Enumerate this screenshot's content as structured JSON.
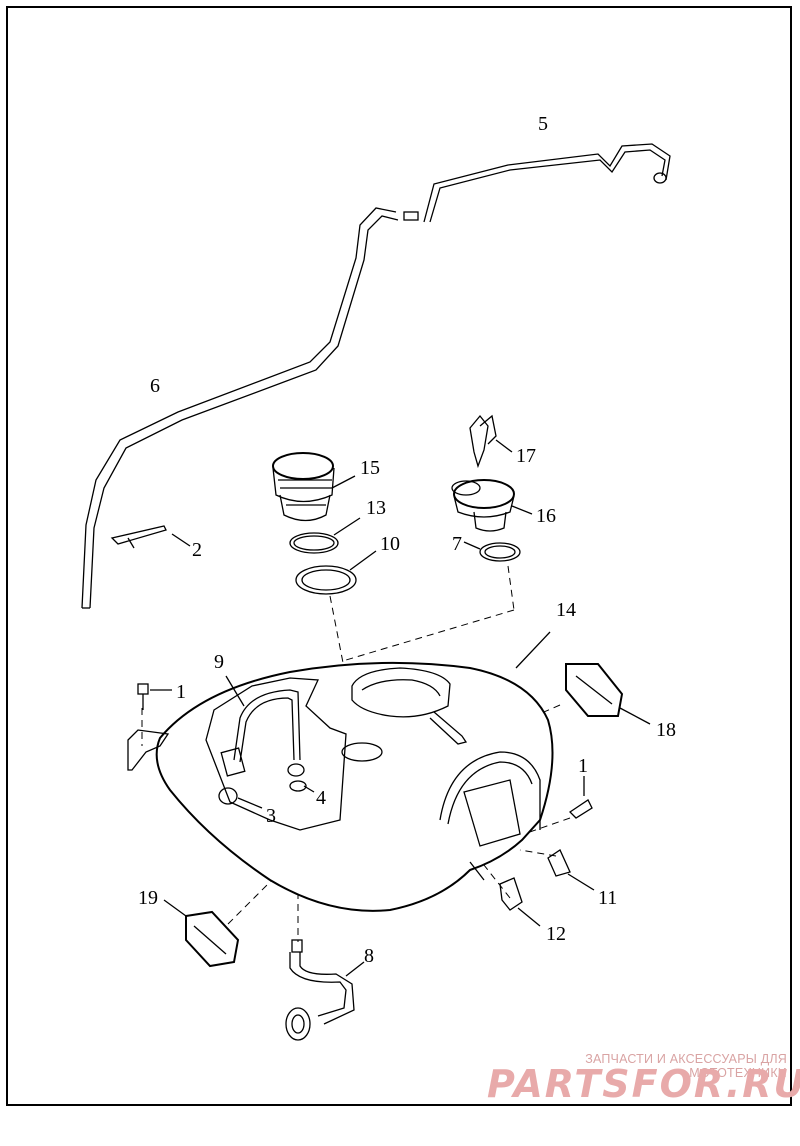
{
  "callouts": {
    "c1a": "1",
    "c1b": "1",
    "c2": "2",
    "c3": "3",
    "c4": "4",
    "c5": "5",
    "c6": "6",
    "c7": "7",
    "c8": "8",
    "c9": "9",
    "c10": "10",
    "c11": "11",
    "c12": "12",
    "c13": "13",
    "c14": "14",
    "c15": "15",
    "c16": "16",
    "c17": "17",
    "c18": "18",
    "c19": "19"
  },
  "watermark": {
    "subtitle": "ЗАПЧАСТИ И АКСЕССУАРЫ ДЛЯ МОТОТЕХНИКИ",
    "logo": "PARTSFOR.RU"
  }
}
